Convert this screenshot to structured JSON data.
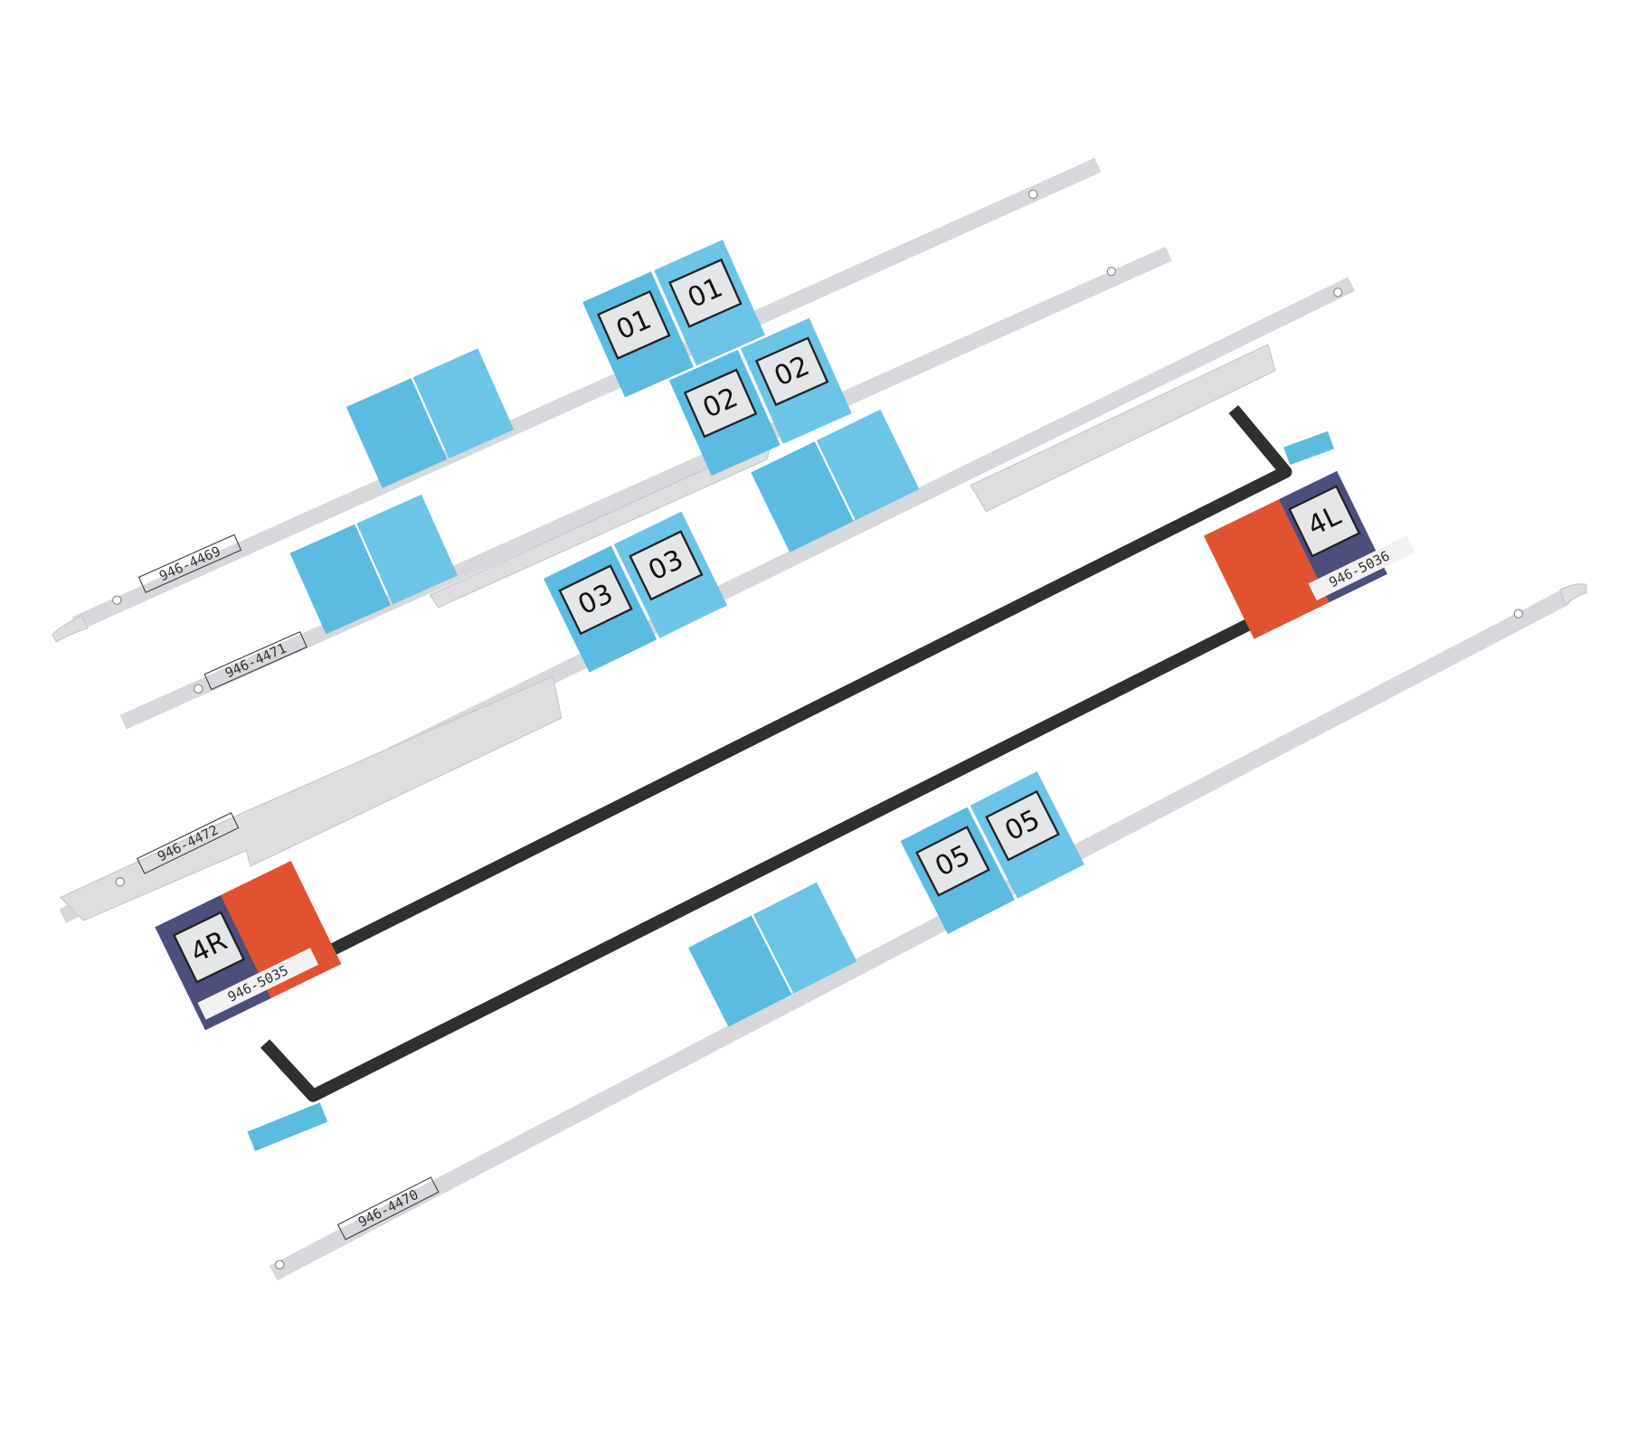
{
  "strips": [
    {
      "part_number": "946-4469",
      "tab_labels": [
        "01",
        "01"
      ]
    },
    {
      "part_number": "946-4471",
      "tab_labels": [
        "02",
        "02"
      ]
    },
    {
      "part_number": "946-4472",
      "tab_labels": [
        "03",
        "03"
      ]
    },
    {
      "part_number": "946-5035",
      "tab_labels": [
        "4R"
      ]
    },
    {
      "part_number": "946-5036",
      "tab_labels": [
        "4L"
      ]
    },
    {
      "part_number": "946-4470",
      "tab_labels": [
        "05",
        "05"
      ]
    }
  ],
  "colors": {
    "tab_blue": "#5bbbe0",
    "tab_red": "#e15231",
    "strip_black": "#2e2f31",
    "strip_silver": "#dcdee0"
  }
}
